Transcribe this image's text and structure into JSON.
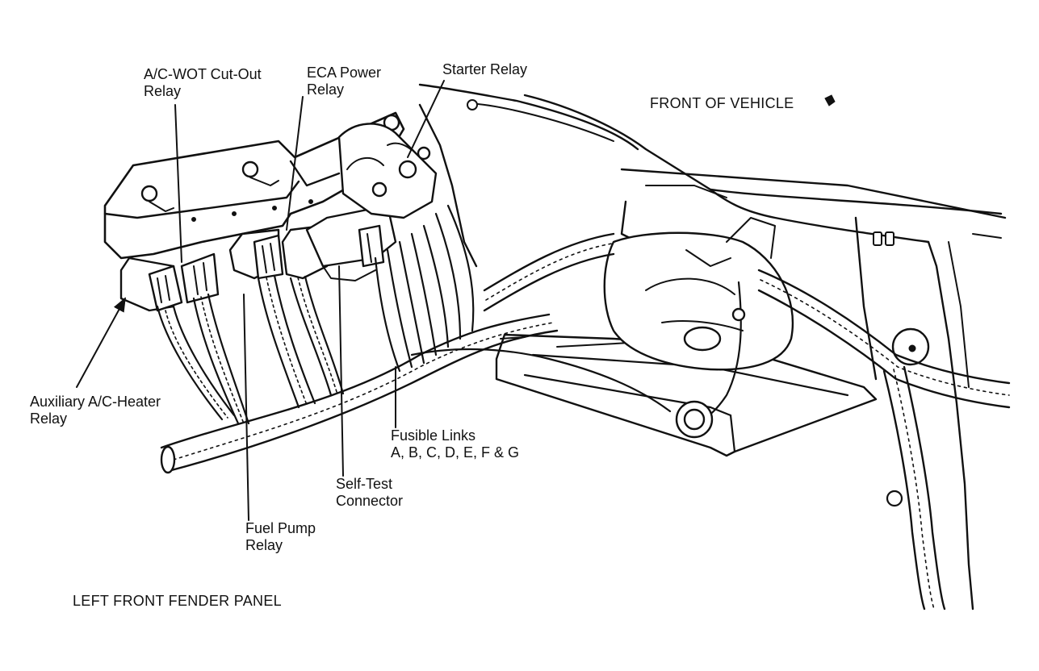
{
  "diagram": {
    "callouts": {
      "ac_wot_relay": [
        "A/C-WOT Cut-Out",
        "Relay"
      ],
      "eca_power_relay": [
        "ECA Power",
        "Relay"
      ],
      "starter_relay": [
        "Starter Relay"
      ],
      "aux_ac_heater_relay": [
        "Auxiliary A/C-Heater",
        "Relay"
      ],
      "fusible_links": [
        "Fusible Links",
        "A, B, C, D, E, F & G"
      ],
      "self_test_connector": [
        "Self-Test",
        "Connector"
      ],
      "fuel_pump_relay": [
        "Fuel Pump",
        "Relay"
      ]
    },
    "orientation_label": "FRONT OF VEHICLE",
    "location_label": "LEFT FRONT FENDER PANEL"
  }
}
